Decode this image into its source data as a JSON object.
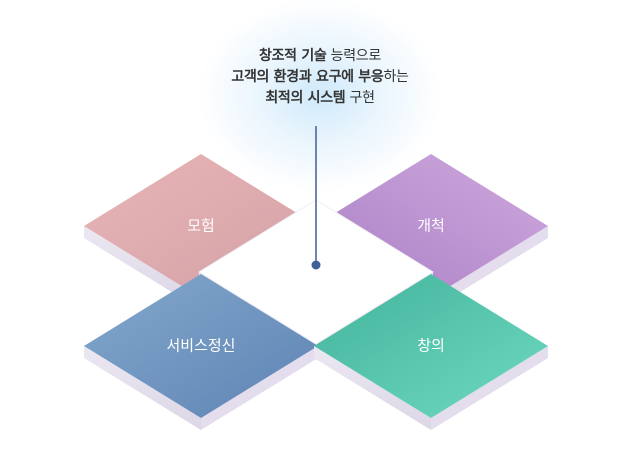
{
  "headline": {
    "line1": [
      {
        "text": "창조적 기술",
        "bold": true
      },
      {
        "text": " 능력으로",
        "bold": false
      }
    ],
    "line2": [
      {
        "text": "고객의 환경과 요구에 부응",
        "bold": true
      },
      {
        "text": "하는",
        "bold": false
      }
    ],
    "line3": [
      {
        "text": "최적의 시스템",
        "bold": true
      },
      {
        "text": " 구현",
        "bold": false
      }
    ]
  },
  "tiles": {
    "adventure": {
      "label": "모험",
      "color": "#d9a3a5"
    },
    "pioneer": {
      "label": "개척",
      "color": "#b88fcf"
    },
    "service": {
      "label": "서비스정신",
      "color": "#6f94c0"
    },
    "creativity": {
      "label": "창의",
      "color": "#4fbfa6"
    }
  },
  "colors": {
    "pointer_line": "#3f5f97",
    "tile_side": "#e4dfec",
    "tile_center": "#ffffff"
  }
}
